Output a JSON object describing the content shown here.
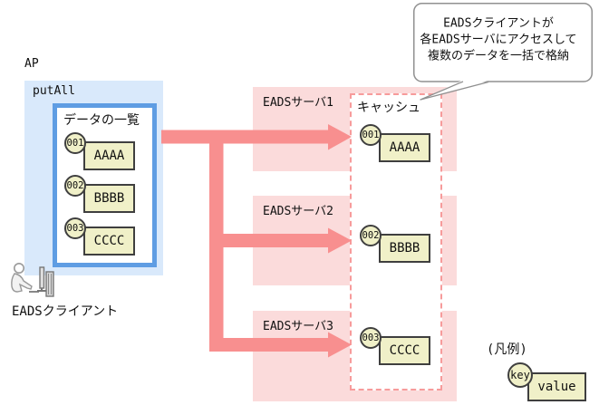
{
  "ap": {
    "label": "AP",
    "method_label": "putAll",
    "list_title": "データの一覧",
    "items": [
      {
        "key": "001",
        "value": "AAAA"
      },
      {
        "key": "002",
        "value": "BBBB"
      },
      {
        "key": "003",
        "value": "CCCC"
      }
    ]
  },
  "servers": [
    {
      "label": "EADSサーバ1"
    },
    {
      "label": "EADSサーバ2"
    },
    {
      "label": "EADSサーバ3"
    }
  ],
  "cache": {
    "label": "キャッシュ",
    "entries": [
      {
        "key": "001",
        "value": "AAAA"
      },
      {
        "key": "002",
        "value": "BBBB"
      },
      {
        "key": "003",
        "value": "CCCC"
      }
    ]
  },
  "callout": {
    "line1": "EADSクライアントが",
    "line2": "各EADSサーバにアクセスして",
    "line3": "複数のデータを一括で格納"
  },
  "client": {
    "label": "EADSクライアント"
  },
  "legend": {
    "title": "(凡例)",
    "key_label": "key",
    "value_label": "value"
  },
  "colors": {
    "panel_blue": "#d9e9fb",
    "list_border_blue": "#5f9de3",
    "server_pink": "#fbdbdb",
    "arrow_salmon": "#f88f8f",
    "cache_dash_pink": "#f79b9b",
    "kv_beige": "#f0f0c8",
    "kv_border": "#3f3f3f",
    "callout_border": "#909090"
  }
}
